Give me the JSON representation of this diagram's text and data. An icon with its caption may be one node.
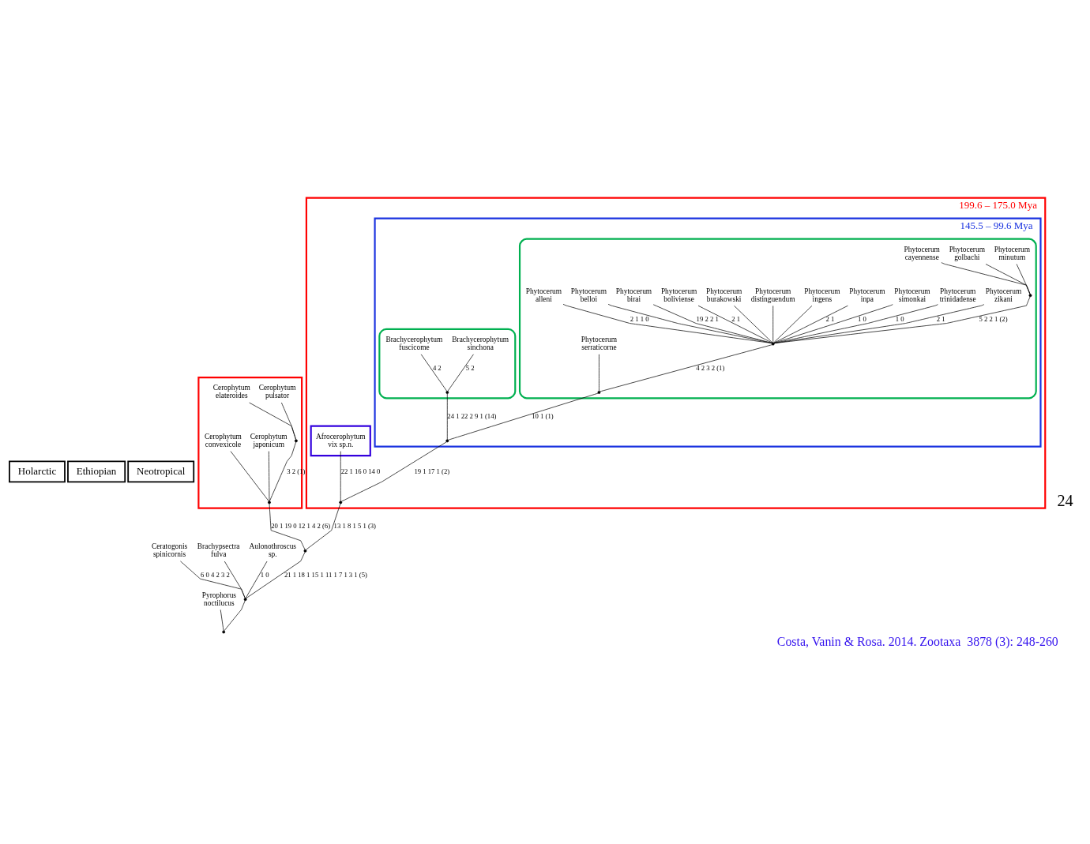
{
  "diagram": {
    "caption": "Costa, Vanin & Rosa. 2014. Zootaxa  3878 (3): 248-260",
    "nodes": [
      {
        "text": [
          "Holarctic"
        ]
      },
      {
        "text": [
          "Ethiopian"
        ]
      },
      {
        "text": [
          "Neotropical"
        ]
      },
      {
        "text": [
          "Pyrophorus noctilucus"
        ]
      },
      {
        "text": [
          "Ceratogonis spinicornis"
        ]
      },
      {
        "text": [
          "Brachypsectra fulva"
        ]
      },
      {
        "text": [
          "Aulonothroscus sp."
        ]
      },
      {
        "text": [],
        "shape": "box"
      },
      {
        "text": [
          "Cerophytum convexicole"
        ],
        "in": 7
      },
      {
        "text": [
          "Cerophytum japonicum"
        ],
        "in": 7
      },
      {
        "text": [
          "Cerophytum elateroides"
        ],
        "in": 7
      },
      {
        "text": [
          "Cerophytum pulsator"
        ],
        "in": 7
      },
      {
        "text": [],
        "shape": "box",
        "beside": [
          "199.6 – 175.0 Mya"
        ]
      },
      {
        "text": [],
        "shape": "box",
        "in": 12
      },
      {
        "text": [
          "Afrocerophytum vix sp.n."
        ],
        "in": 13
      },
      {
        "text": [],
        "shape": "box",
        "in": 12,
        "beside": [
          "145.5 – 99.6 Mya"
        ]
      },
      {
        "text": [],
        "shape": "box",
        "in": 15
      },
      {
        "text": [
          "Brachycerophytum  fuscicome"
        ],
        "in": 16
      },
      {
        "text": [
          "Brachycerophytum sinchona"
        ],
        "in": 16
      },
      {
        "text": [],
        "shape": "box",
        "in": 15
      },
      {
        "text": [
          "Phytocerum serraticorne"
        ],
        "in": 19
      },
      {
        "text": [
          "Phytocerum alleni"
        ],
        "in": 19
      },
      {
        "text": [
          "Phytocerum belloi"
        ],
        "in": 19
      },
      {
        "text": [
          "Phytocerum birai"
        ],
        "in": 19
      },
      {
        "text": [
          "Phytocerum boliviense"
        ],
        "in": 19
      },
      {
        "text": [
          "Phytocerum burakowski"
        ],
        "in": 19
      },
      {
        "text": [
          "Phytocerum distinguendum"
        ],
        "in": 19
      },
      {
        "text": [
          "Phytocerum ingens"
        ],
        "in": 19
      },
      {
        "text": [
          "Phytocerum inpa"
        ],
        "in": 19
      },
      {
        "text": [
          "Phytocerum simonkai"
        ],
        "in": 19
      },
      {
        "text": [
          "Phytocerum trinidadense"
        ],
        "in": 19
      },
      {
        "text": [
          "Phytocerum zikani"
        ],
        "in": 19
      },
      {
        "text": [
          "Phytocerum cayennense"
        ],
        "in": 19
      },
      {
        "text": [
          "Phytocerum golbachi"
        ],
        "in": 19
      },
      {
        "text": [
          "Phytocerum minutum"
        ],
        "in": 19
      },
      {
        "text": [],
        "shape": "point"
      },
      {
        "text": [],
        "shape": "point"
      },
      {
        "text": [],
        "shape": "point"
      },
      {
        "text": [],
        "shape": "point",
        "in": 7
      },
      {
        "text": [],
        "shape": "point",
        "in": 7
      },
      {
        "text": [],
        "shape": "point",
        "in": 12
      },
      {
        "text": [],
        "shape": "point",
        "in": 15
      },
      {
        "text": [],
        "shape": "point",
        "in": 16
      },
      {
        "text": [],
        "shape": "point",
        "in": 19
      },
      {
        "text": [],
        "shape": "point",
        "in": 19
      },
      {
        "text": [],
        "shape": "point",
        "in": 19
      }
    ],
    "edges": [
      {
        "from": 35,
        "to": 3,
        "arrow": "none"
      },
      {
        "from": 35,
        "to": 36,
        "arrow": "none"
      },
      {
        "from": 36,
        "to": 4,
        "arrow": "none",
        "label": "6 0 4 2 3 2"
      },
      {
        "from": 36,
        "to": 5,
        "arrow": "none"
      },
      {
        "from": 36,
        "to": 6,
        "arrow": "none",
        "label": "1 0"
      },
      {
        "from": 36,
        "to": 37,
        "arrow": "none",
        "label": "21 1 18 1 15 1 11 1 7 1 3 1 (5)"
      },
      {
        "from": 37,
        "to": 38,
        "arrow": "none",
        "label": "20 1 19 0 12 1 4 2 (6)"
      },
      {
        "from": 37,
        "to": 40,
        "arrow": "none",
        "label": "13 1 8 1 5 1 (3)"
      },
      {
        "from": 38,
        "to": 8,
        "arrow": "none"
      },
      {
        "from": 38,
        "to": 9,
        "arrow": "none"
      },
      {
        "from": 38,
        "to": 39,
        "arrow": "none",
        "label": "3 2 (1)"
      },
      {
        "from": 39,
        "to": 10,
        "arrow": "none"
      },
      {
        "from": 39,
        "to": 11,
        "arrow": "none"
      },
      {
        "from": 40,
        "to": 14,
        "arrow": "none",
        "label": "22 1 16 0 14 0"
      },
      {
        "from": 40,
        "to": 41,
        "arrow": "none",
        "label": "19 1 17 1 (2)"
      },
      {
        "from": 41,
        "to": 42,
        "arrow": "none",
        "label": "24 1 22 2 9 1 (14)"
      },
      {
        "from": 41,
        "to": 43,
        "arrow": "none",
        "label": "10 1 (1)"
      },
      {
        "from": 42,
        "to": 17,
        "arrow": "none",
        "label": "4 2"
      },
      {
        "from": 42,
        "to": 18,
        "arrow": "none",
        "label": "5 2"
      },
      {
        "from": 43,
        "to": 20,
        "arrow": "none"
      },
      {
        "from": 43,
        "to": 44,
        "arrow": "none",
        "label": "4 2 3 2 (1)"
      },
      {
        "from": 44,
        "to": 21,
        "arrow": "none",
        "label": "2 1 1 0"
      },
      {
        "from": 44,
        "to": 22,
        "arrow": "none"
      },
      {
        "from": 44,
        "to": 23,
        "arrow": "none",
        "label": "19 2 2 1"
      },
      {
        "from": 44,
        "to": 24,
        "arrow": "none",
        "label": "2 1"
      },
      {
        "from": 44,
        "to": 25,
        "arrow": "none"
      },
      {
        "from": 44,
        "to": 26,
        "arrow": "none"
      },
      {
        "from": 44,
        "to": 27,
        "arrow": "none"
      },
      {
        "from": 44,
        "to": 28,
        "arrow": "none",
        "label": "2 1"
      },
      {
        "from": 44,
        "to": 29,
        "arrow": "none",
        "label": "1 0"
      },
      {
        "from": 44,
        "to": 30,
        "arrow": "none",
        "label": "1 0"
      },
      {
        "from": 44,
        "to": 31,
        "arrow": "none",
        "label": "2 1"
      },
      {
        "from": 44,
        "to": 45,
        "arrow": "none",
        "label": "5 2 2 1 (2)"
      },
      {
        "from": 45,
        "to": 32,
        "arrow": "none"
      },
      {
        "from": 45,
        "to": 33,
        "arrow": "none"
      },
      {
        "from": 45,
        "to": 34,
        "arrow": "none"
      }
    ],
    "labels": [
      "24"
    ]
  }
}
